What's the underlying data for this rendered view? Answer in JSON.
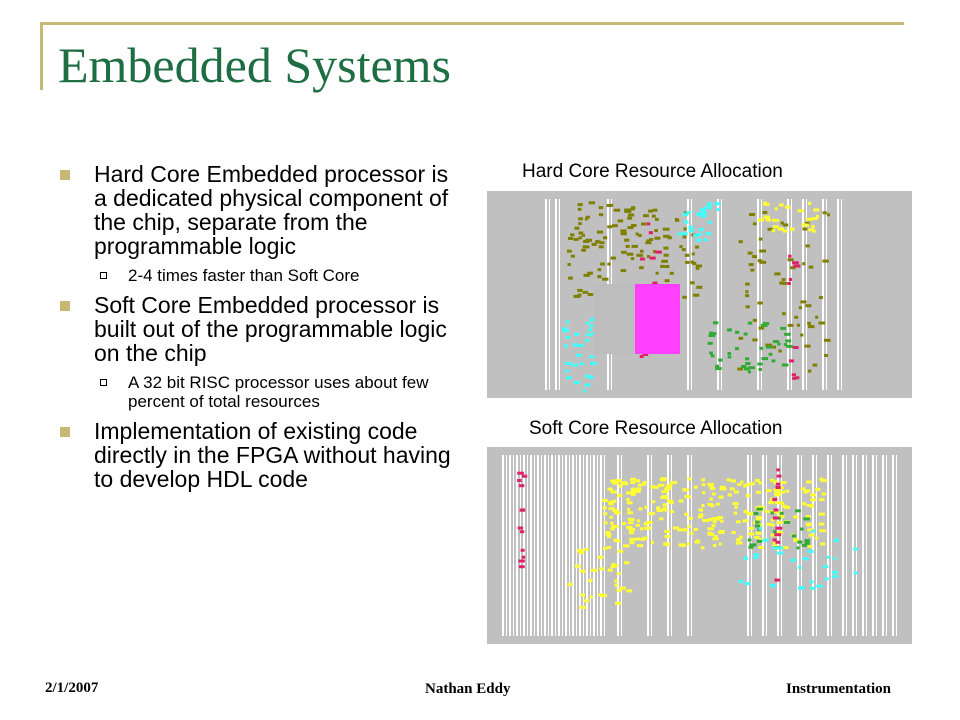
{
  "slide": {
    "title": "Embedded Systems",
    "bullets": [
      {
        "text": "Hard Core Embedded processor is a dedicated physical component of the chip, separate from the programmable logic",
        "sub": [
          "2-4 times faster than Soft Core"
        ]
      },
      {
        "text": "Soft Core Embedded processor is built out of the programmable logic on the chip",
        "sub": [
          "A 32 bit RISC processor uses about few percent of total resources"
        ]
      },
      {
        "text": "Implementation of existing code directly in the FPGA without having to develop HDL code",
        "sub": []
      }
    ]
  },
  "figures": {
    "hard_caption": "Hard Core Resource Allocation",
    "soft_caption": "Soft Core Resource Allocation"
  },
  "footer": {
    "date": "2/1/2007",
    "author": "Nathan Eddy",
    "topic": "Instrumentation"
  },
  "colors": {
    "title": "#1f6e43",
    "accent": "#c7b873",
    "fpga_bg": "#c0c0c0",
    "hard_core_block": "#ff40ff",
    "olive_logic": "#808000",
    "cyan_logic": "#40ffff",
    "green_logic": "#33aa33",
    "yellow_logic": "#ffff33",
    "red_logic": "#e0206a"
  }
}
